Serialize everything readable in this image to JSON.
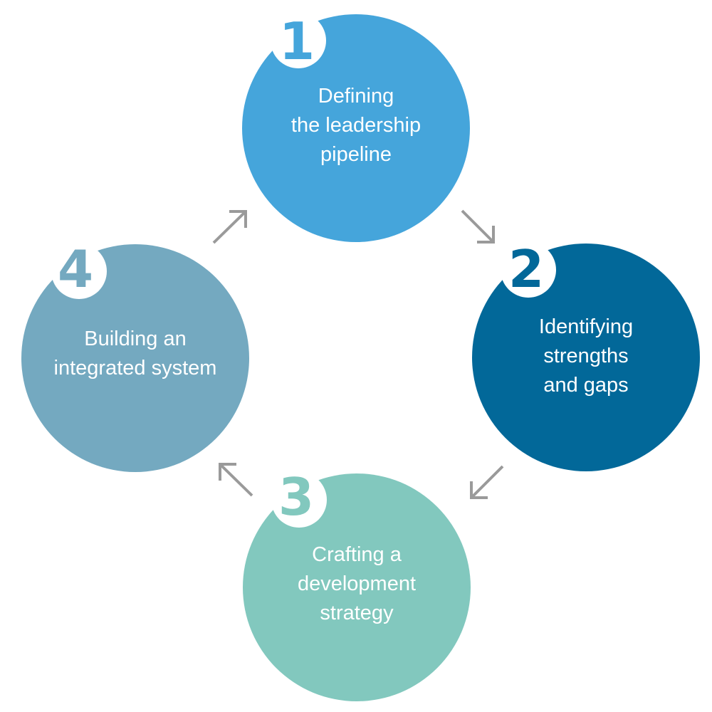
{
  "diagram": {
    "type": "cycle",
    "arrow_color": "#9a9a9a",
    "steps": [
      {
        "number": "1",
        "label": "Defining\nthe leadership\npipeline",
        "color": "#45a5db"
      },
      {
        "number": "2",
        "label": "Identifying\nstrengths\nand gaps",
        "color": "#026899"
      },
      {
        "number": "3",
        "label": "Crafting a\ndevelopment\nstrategy",
        "color": "#82c8be"
      },
      {
        "number": "4",
        "label": "Building an\nintegrated system",
        "color": "#74a9c0"
      }
    ],
    "flow": [
      "1 → 2",
      "2 → 3",
      "3 → 4",
      "4 → 1"
    ]
  }
}
